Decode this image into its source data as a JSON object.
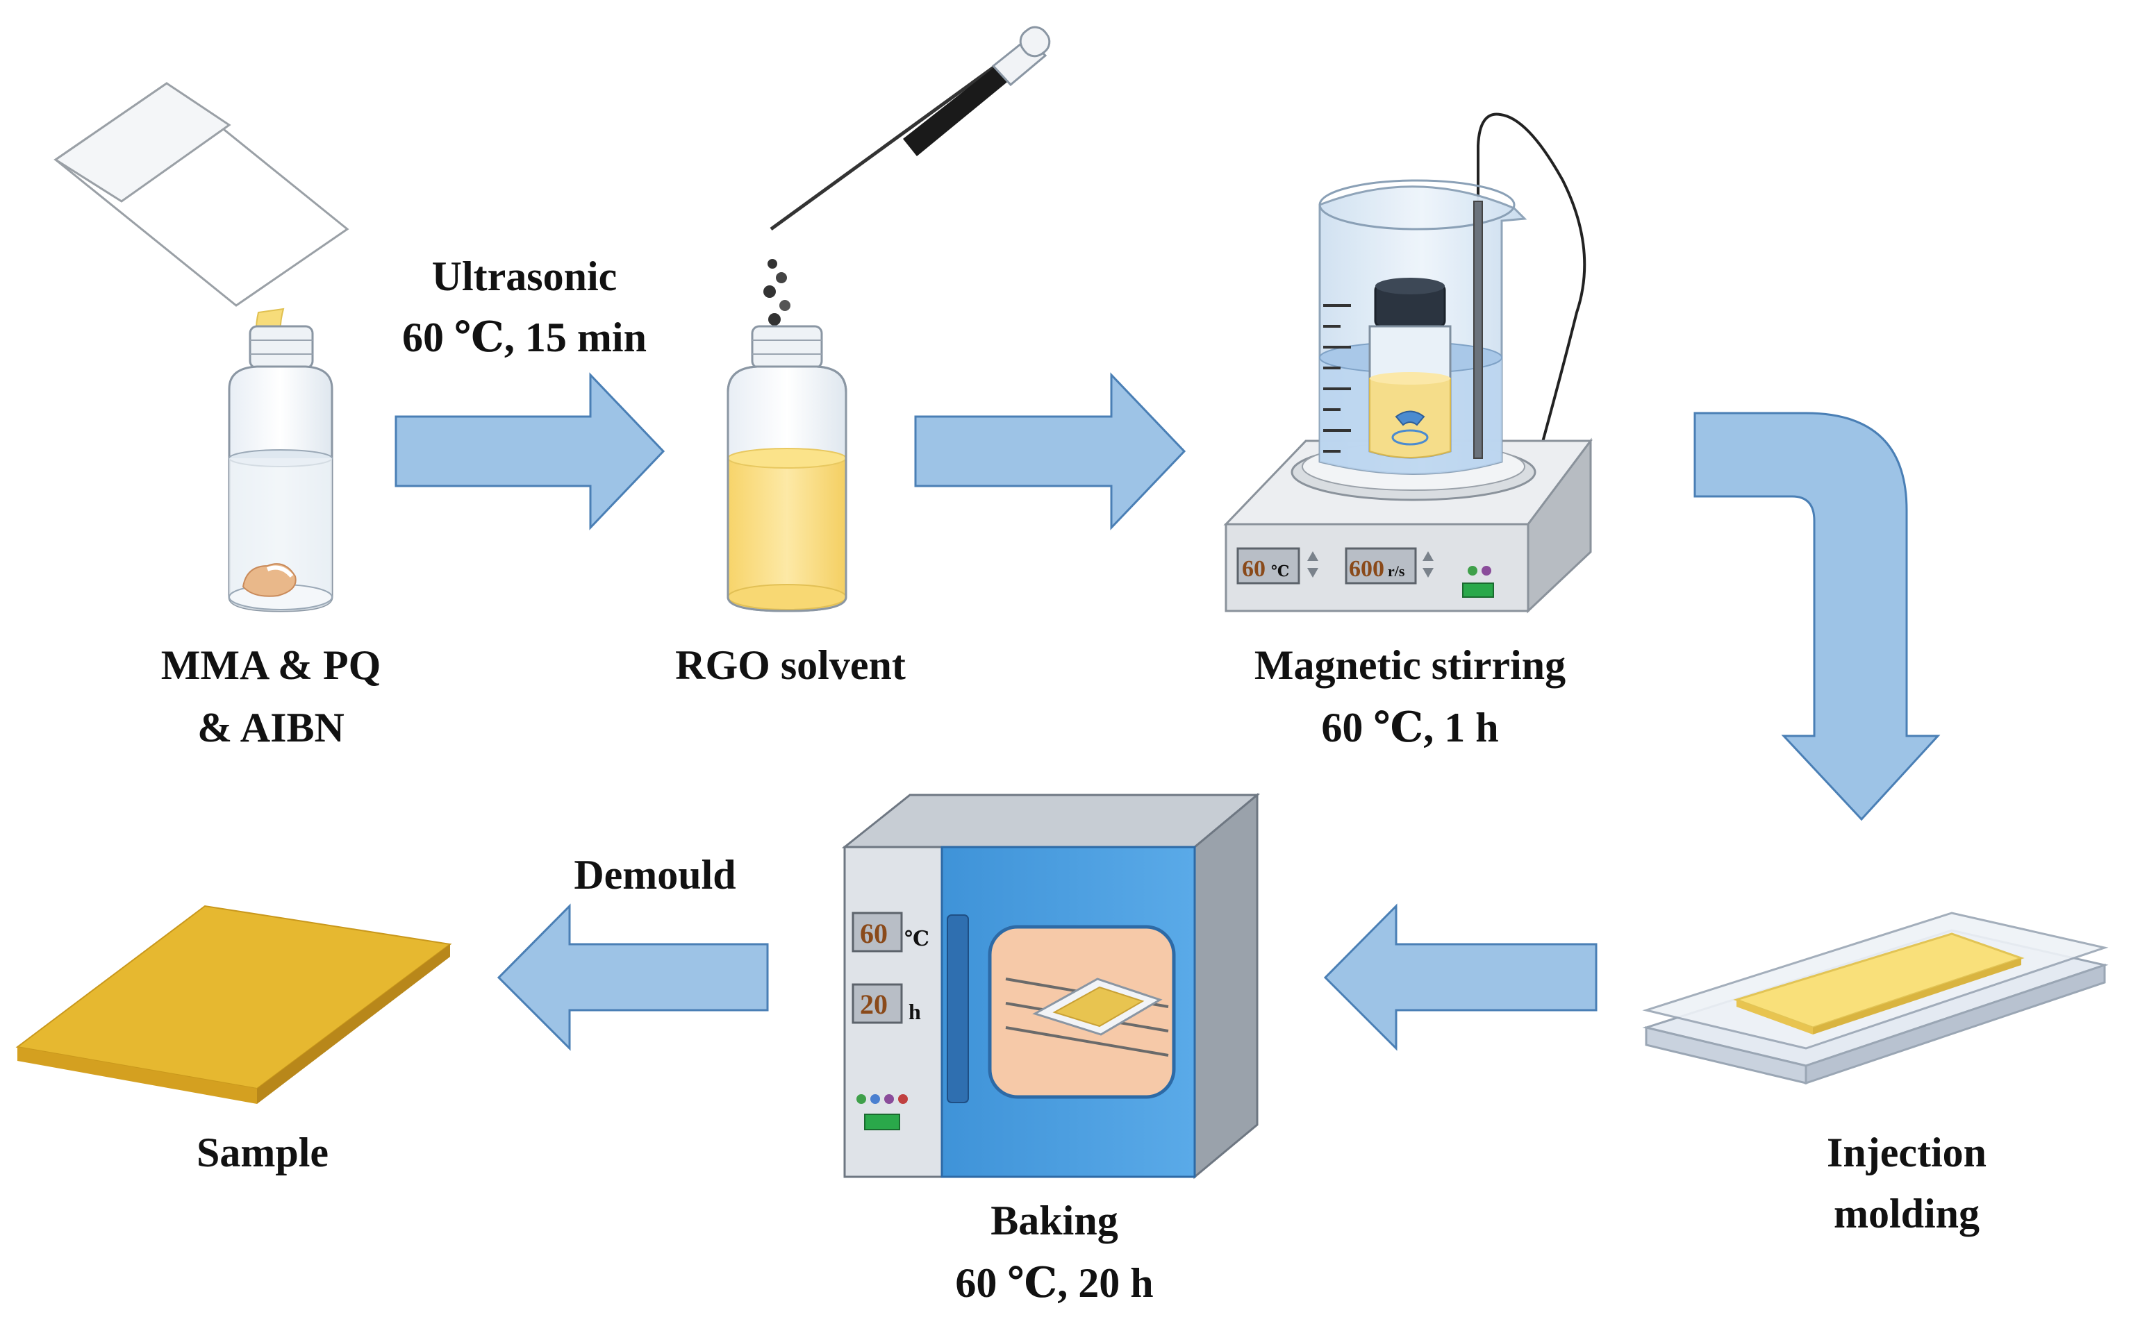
{
  "steps": {
    "mma": {
      "line1": "MMA & PQ",
      "line2": "& AIBN"
    },
    "ultrasonic": {
      "line1": "Ultrasonic",
      "line2": "60 ℃, 15 min"
    },
    "rgo": {
      "label": "RGO solvent"
    },
    "magnetic": {
      "line1": "Magnetic stirring",
      "line2": "60 ℃, 1 h"
    },
    "injection": {
      "line1": "Injection",
      "line2": "molding"
    },
    "baking": {
      "line1": "Baking",
      "line2": "60 ℃, 20 h"
    },
    "demould": {
      "label": "Demould"
    },
    "sample": {
      "label": "Sample"
    }
  },
  "stirrer_display": {
    "temp_value": "60",
    "temp_unit": "℃",
    "speed_value": "600",
    "speed_unit": "r/s"
  },
  "oven_display": {
    "temp_value": "60",
    "temp_unit": "℃",
    "time_value": "20",
    "time_unit": "h"
  },
  "colors": {
    "arrow_fill": "#9dc3e6",
    "arrow_stroke": "#4a7fb5",
    "solution_yellow": "#fbe38a",
    "sample_gold": "#e6b830",
    "oven_blue": "#4a9fe0",
    "oven_window": "#f6c9a8"
  }
}
